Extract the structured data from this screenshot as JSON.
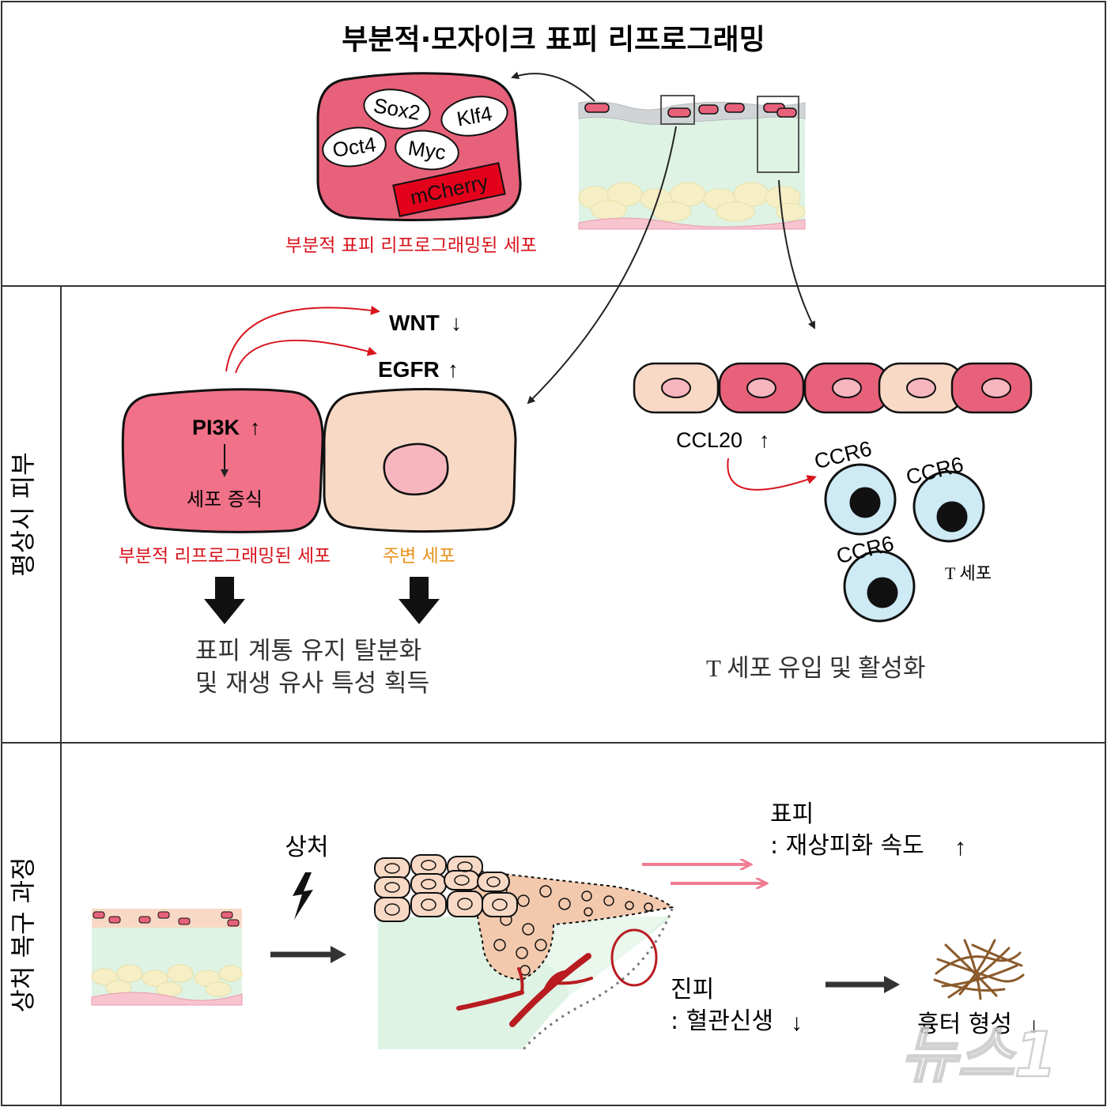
{
  "title": "부분적·모자이크 표피 리프로그래밍",
  "top": {
    "factors": [
      "Sox2",
      "Klf4",
      "Oct4",
      "Myc"
    ],
    "reporter": "mCherry",
    "cell_caption": "부분적 표피 리프로그래밍된 세포"
  },
  "homeostasis": {
    "side_label": "평상시 피부",
    "wnt": "WNT",
    "egfr": "EGFR",
    "pi3k": "PI3K",
    "proliferation": "세포 증식",
    "reprog_caption": "부분적 리프로그래밍된 세포",
    "neighbor_caption": "주변 세포",
    "outcome_line1": "표피 계통 유지 탈분화",
    "outcome_line2": "및 재생 유사 특성 획득",
    "ccl20": "CCL20",
    "ccr6": "CCR6",
    "tcell": "T 세포",
    "tcell_outcome": "T 세포 유입 및 활성화"
  },
  "wound": {
    "side_label": "상처 복구 과정",
    "injury": "상처",
    "epidermis_title": "표피",
    "epidermis_effect": ": 재상피화 속도",
    "dermis_title": "진피",
    "dermis_effect": ": 혈관신생",
    "scar": "흉터 형성"
  },
  "watermark": "뉴스1",
  "colors": {
    "reprog_cell": "#e8617a",
    "mcherry": "#e3001b",
    "neighbor_cell": "#f8d9c5",
    "tcell": "#cdeaf5",
    "dermis": "#def3e4",
    "fat": "#f6efc6",
    "red_arrow": "#d8141c",
    "pink_arrow": "#f07c92",
    "vessel": "#b81c20",
    "scar": "#8a5a2b",
    "orange_text": "#e8921d"
  }
}
